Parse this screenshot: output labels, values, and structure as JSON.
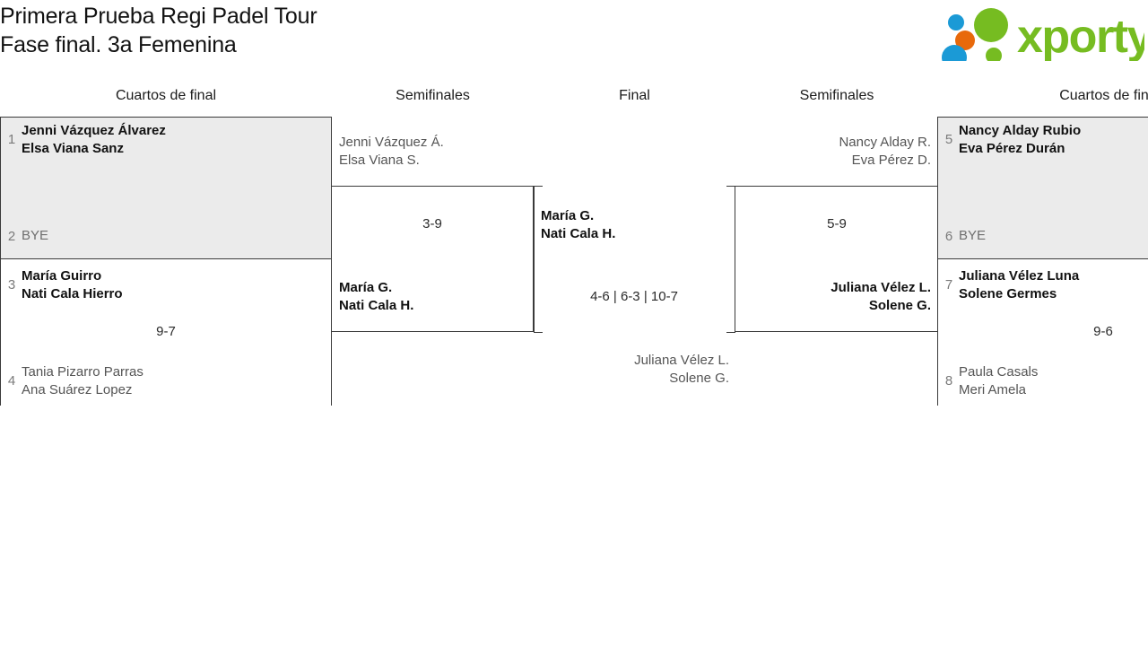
{
  "header": {
    "title_line1": "Primera Prueba Regi Padel Tour",
    "title_line2": "Fase final. 3a Femenina",
    "logo_text": "xporty",
    "logo_colors": {
      "green": "#76bc21",
      "orange": "#e8690b",
      "blue": "#1b9ad6"
    }
  },
  "columns": [
    {
      "label": "Cuartos de final"
    },
    {
      "label": "Semifinales"
    },
    {
      "label": "Final"
    },
    {
      "label": "Semifinales"
    },
    {
      "label": "Cuartos de fin"
    }
  ],
  "bracket": {
    "left_quarterfinals": [
      {
        "match_id": "L-QF1",
        "score": "",
        "top": {
          "seed": "1",
          "line1": "Jenni Vázquez Álvarez",
          "line2": "Elsa Viana Sanz",
          "winner": true
        },
        "bottom": {
          "seed": "2",
          "line1": "BYE",
          "line2": "",
          "winner": false,
          "is_bye": true
        }
      },
      {
        "match_id": "L-QF2",
        "score": "9-7",
        "top": {
          "seed": "3",
          "line1": "María Guirro",
          "line2": "Nati Cala Hierro",
          "winner": true
        },
        "bottom": {
          "seed": "4",
          "line1": "Tania Pizarro Parras",
          "line2": "Ana Suárez Lopez",
          "winner": false,
          "is_bye": false
        }
      }
    ],
    "left_semifinal": {
      "match_id": "L-SF",
      "score": "3-9",
      "top": {
        "line1": "Jenni Vázquez Á.",
        "line2": "Elsa Viana S.",
        "winner": false
      },
      "bottom": {
        "line1": "María G.",
        "line2": "Nati Cala H.",
        "winner": true
      }
    },
    "final": {
      "match_id": "FINAL",
      "score": "4-6 | 6-3 | 10-7",
      "top": {
        "line1": "María G.",
        "line2": "Nati Cala H.",
        "winner": true
      },
      "bottom": {
        "line1": "Juliana Vélez L.",
        "line2": "Solene G.",
        "winner": false
      }
    },
    "right_semifinal": {
      "match_id": "R-SF",
      "score": "5-9",
      "top": {
        "line1": "Nancy Alday R.",
        "line2": "Eva Pérez D.",
        "winner": false
      },
      "bottom": {
        "line1": "Juliana Vélez L.",
        "line2": "Solene G.",
        "winner": true
      }
    },
    "right_quarterfinals": [
      {
        "match_id": "R-QF1",
        "score": "",
        "top": {
          "seed": "5",
          "line1": "Nancy Alday Rubio",
          "line2": "Eva Pérez Durán",
          "winner": true
        },
        "bottom": {
          "seed": "6",
          "line1": "BYE",
          "line2": "",
          "winner": false,
          "is_bye": true
        }
      },
      {
        "match_id": "R-QF2",
        "score": "9-6",
        "top": {
          "seed": "7",
          "line1": "Juliana Vélez Luna",
          "line2": "Solene Germes",
          "winner": true
        },
        "bottom": {
          "seed": "8",
          "line1": "Paula Casals",
          "line2": "Meri Amela",
          "winner": false,
          "is_bye": false
        }
      }
    ]
  }
}
